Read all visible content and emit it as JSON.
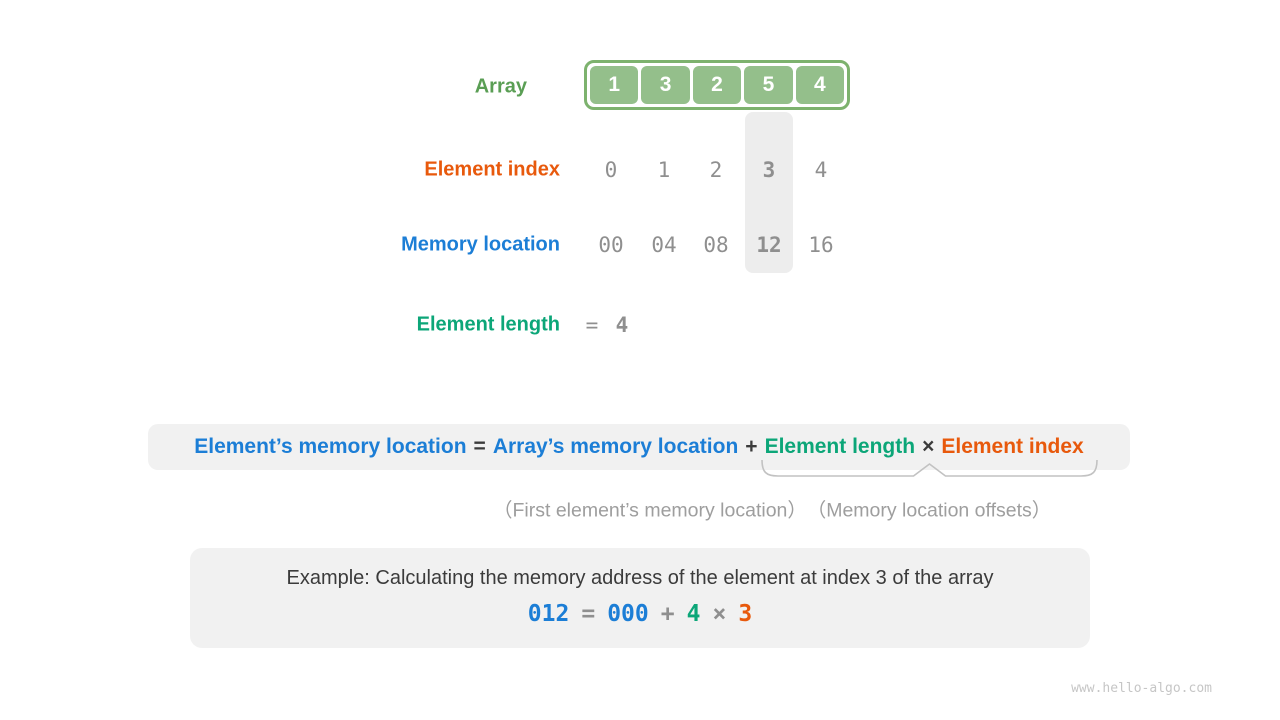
{
  "array": {
    "label": "Array",
    "values": [
      "1",
      "3",
      "2",
      "5",
      "4"
    ]
  },
  "element_index": {
    "label": "Element index",
    "values": [
      "0",
      "1",
      "2",
      "3",
      "4"
    ],
    "highlight_index": 3
  },
  "memory_location": {
    "label": "Memory location",
    "values": [
      "00",
      "04",
      "08",
      "12",
      "16"
    ],
    "highlight_index": 3
  },
  "element_length": {
    "label": "Element length",
    "operator": "=",
    "value": "4"
  },
  "formula": {
    "parts": [
      {
        "text": "Element’s memory location",
        "color": "blue"
      },
      {
        "text": "=",
        "color": "dark"
      },
      {
        "text": "Array’s memory location",
        "color": "blue"
      },
      {
        "text": "+",
        "color": "dark"
      },
      {
        "text": "Element length",
        "color": "teal"
      },
      {
        "text": "×",
        "color": "dark"
      },
      {
        "text": "Element index",
        "color": "orange"
      }
    ],
    "annotations": {
      "first_element": "（First element’s memory location）",
      "offsets": "（Memory location offsets）"
    }
  },
  "example": {
    "title": "Example: Calculating the memory address of the element at index 3 of the array",
    "equation": [
      {
        "text": "012",
        "color": "blue"
      },
      {
        "text": "=",
        "color": "gray"
      },
      {
        "text": "000",
        "color": "blue"
      },
      {
        "text": "+",
        "color": "gray"
      },
      {
        "text": "4",
        "color": "teal"
      },
      {
        "text": "×",
        "color": "gray"
      },
      {
        "text": "3",
        "color": "orange"
      }
    ]
  },
  "watermark": "www.hello-algo.com",
  "colors": {
    "green_label": "#5a9e54",
    "cell_fill": "#94bf8b",
    "cell_border": "#7db26e",
    "orange": "#e8590c",
    "blue": "#1c7ed6",
    "teal": "#0ca678",
    "gray_value": "#8f8f8f",
    "dark_text": "#3b3b3b",
    "annotation_gray": "#9e9e9e",
    "panel_bg": "#f1f1f1",
    "highlight_bg": "#ededed",
    "brace_gray": "#c2c2c2",
    "watermark_gray": "#c6c6c6"
  }
}
